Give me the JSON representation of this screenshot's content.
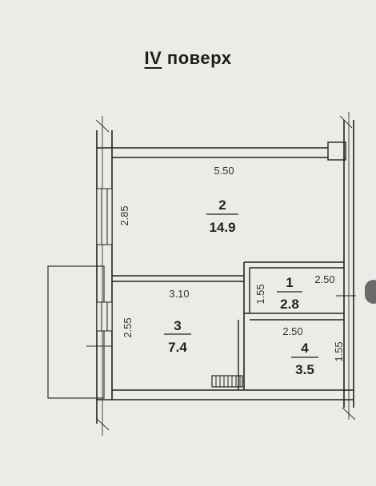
{
  "header": {
    "roman": "IV",
    "word": "поверх"
  },
  "rooms": [
    {
      "number": "2",
      "area": "14.9"
    },
    {
      "number": "1",
      "area": "2.8"
    },
    {
      "number": "3",
      "area": "7.4"
    },
    {
      "number": "4",
      "area": "3.5"
    }
  ],
  "dimensions": {
    "room2_width": "5.50",
    "room2_depth": "2.85",
    "room3_width": "3.10",
    "room3_depth": "2.55",
    "room1_width": "2.50",
    "room1_depth": "1.55",
    "room4_width": "2.50",
    "room4_depth": "1.55"
  }
}
